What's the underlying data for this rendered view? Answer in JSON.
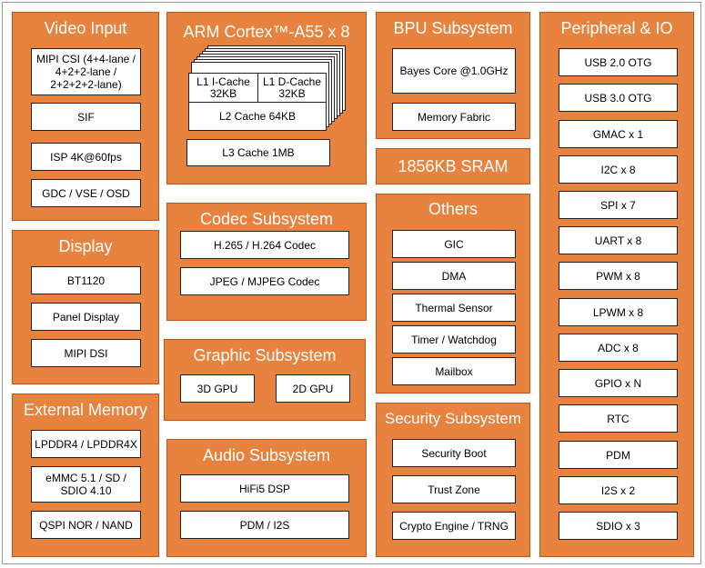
{
  "video_input": {
    "title": "Video Input",
    "items": [
      "MIPI CSI (4+4-lane / 4+2+2-lane / 2+2+2+2-lane)",
      "SIF",
      "ISP 4K@60fps",
      "GDC / VSE / OSD"
    ]
  },
  "display": {
    "title": "Display",
    "items": [
      "BT1120",
      "Panel Display",
      "MIPI DSI"
    ]
  },
  "external_memory": {
    "title": "External Memory",
    "items": [
      "LPDDR4 / LPDDR4X",
      "eMMC 5.1 / SD / SDIO 4.10",
      "QSPI NOR / NAND"
    ]
  },
  "cpu": {
    "title": "ARM Cortex™-A55 x 8",
    "l1_icache": "L1 I-Cache 32KB",
    "l1_dcache": "L1 D-Cache 32KB",
    "l2_cache": "L2 Cache 64KB",
    "l3_cache": "L3 Cache 1MB"
  },
  "codec": {
    "title": "Codec Subsystem",
    "items": [
      "H.265 / H.264 Codec",
      "JPEG / MJPEG Codec"
    ]
  },
  "graphic": {
    "title": "Graphic Subsystem",
    "items": [
      "3D GPU",
      "2D GPU"
    ]
  },
  "audio": {
    "title": "Audio Subsystem",
    "items": [
      "HiFi5 DSP",
      "PDM / I2S"
    ]
  },
  "bpu": {
    "title": "BPU Subsystem",
    "items": [
      "Bayes Core @1.0GHz",
      "Memory Fabric"
    ]
  },
  "sram": {
    "title": "1856KB SRAM"
  },
  "others": {
    "title": "Others",
    "items": [
      "GIC",
      "DMA",
      "Thermal Sensor",
      "Timer / Watchdog",
      "Mailbox"
    ]
  },
  "security": {
    "title": "Security Subsystem",
    "items": [
      "Security Boot",
      "Trust Zone",
      "Crypto Engine / TRNG"
    ]
  },
  "peripheral": {
    "title": "Peripheral & IO",
    "items": [
      "USB 2.0 OTG",
      "USB 3.0 OTG",
      "GMAC x 1",
      "I2C x 8",
      "SPI x 7",
      "UART x 8",
      "PWM x 8",
      "LPWM x 8",
      "ADC x 8",
      "GPIO x N",
      "RTC",
      "PDM",
      "I2S x 2",
      "SDIO x 3"
    ]
  },
  "colors": {
    "block_fill": "#e8823f",
    "block_border": "#b8561b",
    "item_fill": "#ffffff",
    "title_text": "#ffffff"
  }
}
